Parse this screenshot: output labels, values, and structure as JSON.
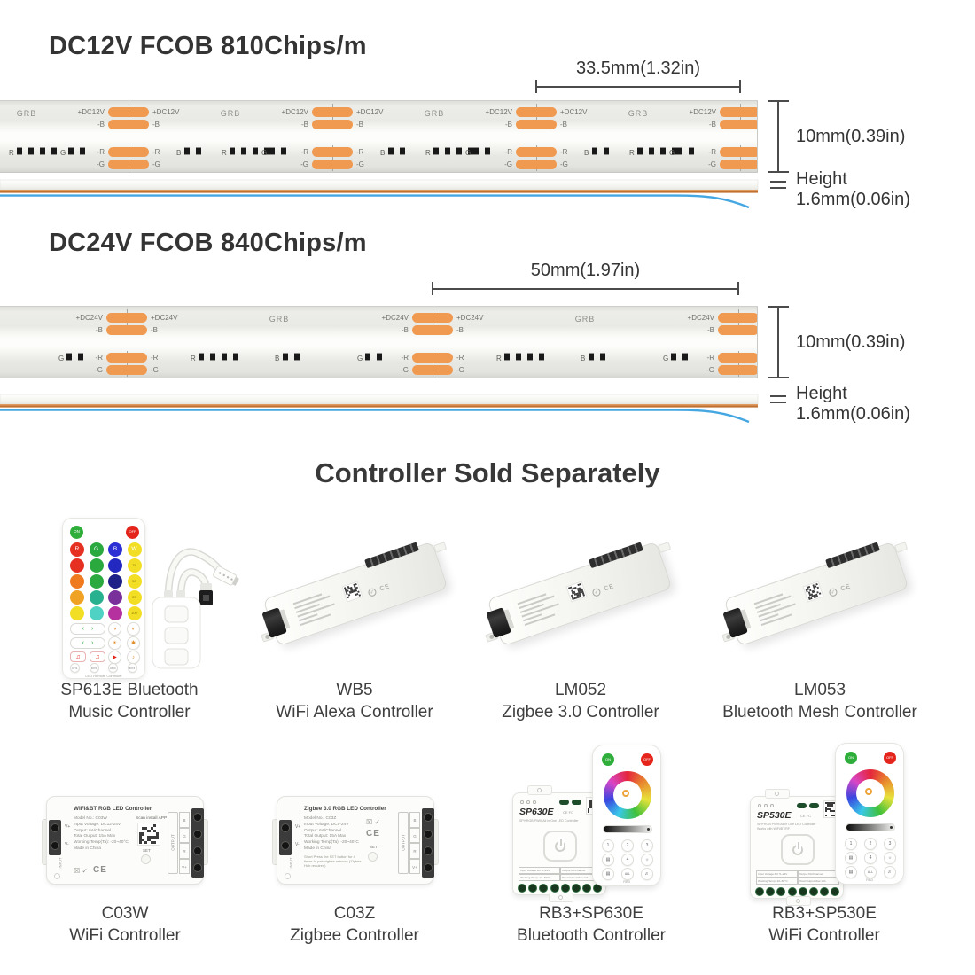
{
  "strip12": {
    "title": "DC12V FCOB 810Chips/m",
    "pitch": "33.5mm(1.32in)",
    "width": "10mm(0.39in)",
    "height_word": "Height",
    "height_value": "1.6mm(0.06in)",
    "power_label": "+DC12V",
    "pad_b": "-B",
    "pad_r": "-R",
    "pad_g": "-G",
    "surface_label": "GRB",
    "chip_r": "R",
    "chip_g": "G",
    "chip_b": "B"
  },
  "strip24": {
    "title": "DC24V FCOB 840Chips/m",
    "pitch": "50mm(1.97in)",
    "width": "10mm(0.39in)",
    "height_word": "Height",
    "height_value": "1.6mm(0.06in)",
    "power_label": "+DC24V",
    "pad_b": "-B",
    "pad_r": "-R",
    "pad_g": "-G",
    "surface_label": "GRB",
    "chip_r": "R",
    "chip_g": "G",
    "chip_b": "B"
  },
  "controllers": {
    "heading": "Controller Sold Separately",
    "items": [
      {
        "line1": "SP613E Bluetooth",
        "line2": "Music Controller"
      },
      {
        "line1": "WB5",
        "line2": "WiFi Alexa Controller"
      },
      {
        "line1": "LM052",
        "line2": "Zigbee 3.0 Controller"
      },
      {
        "line1": "LM053",
        "line2": "Bluetooth Mesh Controller"
      },
      {
        "line1": "C03W",
        "line2": "WiFi Controller"
      },
      {
        "line1": "C03Z",
        "line2": "Zigbee Controller"
      },
      {
        "line1": "RB3+SP630E",
        "line2": "Bluetooth Controller"
      },
      {
        "line1": "RB3+SP530E",
        "line2": "WiFi Controller"
      }
    ]
  },
  "sp613e": {
    "on": "ON",
    "off": "OFF",
    "rows": [
      {
        "colors": [
          "#e53022",
          "#2aa93f",
          "#2b2fd4",
          "#f2df25"
        ],
        "labels": [
          "R",
          "G",
          "B",
          "W"
        ]
      },
      {
        "colors": [
          "#e53022",
          "#2aa93f",
          "#2328c0",
          "#f2df25"
        ],
        "labels": [
          "",
          "",
          "",
          "75"
        ]
      },
      {
        "colors": [
          "#ef7a1f",
          "#2aa93f",
          "#1d2086",
          "#f2df25"
        ],
        "labels": [
          "",
          "",
          "",
          "50"
        ]
      },
      {
        "colors": [
          "#f0a224",
          "#28b18e",
          "#79309b",
          "#f2df25"
        ],
        "labels": [
          "",
          "",
          "",
          "25"
        ]
      },
      {
        "colors": [
          "#f2df25",
          "#4fd2c4",
          "#b531a0",
          "#f2df25"
        ],
        "labels": [
          "",
          "",
          "",
          "100"
        ]
      }
    ],
    "chev_left": "‹",
    "chev_right": "›",
    "pill_icons": [
      "◑",
      "◐",
      "☀",
      "✱"
    ],
    "music": "♫",
    "play": "▶",
    "speaker": "♪",
    "diy": [
      "DIY1",
      "DIY2",
      "DIY3",
      "DIY4"
    ],
    "footer": "LED Remote Controller"
  },
  "angled": {
    "ce": "CE"
  },
  "c03w": {
    "title": "WIFI&BT RGB LED Controller",
    "specs": [
      "Model No.: C03W",
      "Input Voltage: DC12-24V",
      "Output: 6A/Channel",
      "Total Output: 15A Max",
      "Working Temp(Ta): -20~40°C",
      "Made in China"
    ],
    "scan": "Scan install APP",
    "set": "SET",
    "input_label": "INPUT",
    "output_label": "OUTPUT",
    "vplus": "V+",
    "vminus": "V-",
    "out_pins": [
      "B",
      "G",
      "R",
      "V+"
    ],
    "icons": "☒ ✓",
    "ce": "CE"
  },
  "c03z": {
    "title": "Zigbee 3.0 RGB LED Controller",
    "specs": [
      "Model No.: C03Z",
      "Input Voltage: DC5-24V",
      "Output: 6A/Channel",
      "Total Output: 15A Max",
      "Working Temp(Ta): -20~40°C",
      "Made in China"
    ],
    "note": "Short Press the SET button for 4 times to pair zigbee network (Zigbee Hub required)",
    "set": "SET",
    "input_label": "INPUT",
    "output_label": "OUTPUT",
    "vplus": "V+",
    "vminus": "V-",
    "out_pins": [
      "B",
      "G",
      "R",
      "V+"
    ],
    "icons": "☒ ✓",
    "ce": "CE"
  },
  "sp630e": {
    "model": "SP630E",
    "marks": "CE FC",
    "subtitle": "SPI+RGB PWM All In One LED Controller",
    "table": [
      "Input Voltage:DC 5~24V",
      "Output:6A/Channel",
      "Working Temp:-10~60°C",
      "Total Output Max:12A"
    ]
  },
  "sp530e": {
    "model": "SP530E",
    "marks": "CE FC",
    "subtitle": "SPI+RGB PWM All In One LED Controller",
    "subtitle2": "Works with WiFi/BT/RF",
    "table": [
      "Input Voltage:DC 5~24V",
      "Output:6A/Channel",
      "Working Temp:-10~60°C",
      "Total Output Max:12A"
    ]
  },
  "rb3": {
    "on": "ON",
    "off": "OFF",
    "keys": [
      "1",
      "2",
      "3",
      "▤",
      "4",
      "☼",
      "▤",
      "ALL",
      "♬"
    ],
    "label": "RB3"
  },
  "colors": {
    "pad_orange": "#f09a51",
    "copper": "#c0702f",
    "wire_blue": "#45a7e2",
    "on_green": "#2fae3c",
    "off_red": "#e5251c",
    "terminal_green": "#17381f"
  }
}
